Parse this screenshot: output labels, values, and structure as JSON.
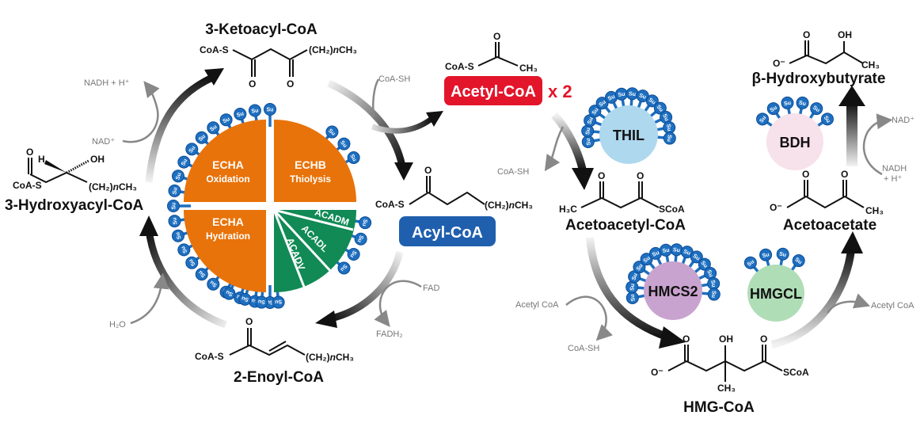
{
  "colors": {
    "orange": "#E8730A",
    "green": "#118A55",
    "blue_su": "#1E6FC0",
    "acetyl_red": "#E3152B",
    "acyl_blue": "#1F5FAE",
    "thil": "#AED8EE",
    "hmcs2": "#C9A3CF",
    "hmgcl": "#AFDDB6",
    "bdh": "#F7E1EA",
    "cofactor_gray": "#888888"
  },
  "beta_oxidation": {
    "segments": [
      {
        "enzyme": "ECHA",
        "function": "Oxidation"
      },
      {
        "enzyme": "ECHB",
        "function": "Thiolysis"
      },
      {
        "enzyme": "ECHA",
        "function": "Hydration"
      }
    ],
    "acad_segments": [
      "ACADM",
      "ACADL",
      "ACADV"
    ],
    "su_label": "Su"
  },
  "molecules": {
    "ketoacyl": {
      "name": "3-Ketoacyl-CoA",
      "left_group": "CoA-S",
      "chain": "(CH₂)",
      "n": "n",
      "end": "CH₃",
      "oxygen": "O"
    },
    "hydroxyacyl": {
      "name": "3-Hydroxyacyl-CoA",
      "left_group": "CoA-S",
      "h": "H",
      "oh": "OH",
      "chain": "(CH₂)",
      "n": "n",
      "end": "CH₃",
      "oxygen": "O"
    },
    "enoyl": {
      "name": "2-Enoyl-CoA",
      "left_group": "CoA-S",
      "chain": "(CH₂)",
      "n": "n",
      "end": "CH₃",
      "oxygen": "O"
    },
    "acyl": {
      "name": "Acyl-CoA",
      "left_group": "CoA-S",
      "chain": "(CH₂)",
      "n": "n",
      "end": "CH₃",
      "oxygen": "O"
    },
    "acetyl": {
      "name": "Acetyl-CoA",
      "multiplier": "x 2",
      "left_group": "CoA-S",
      "end": "CH₃",
      "oxygen": "O"
    },
    "acetoacetyl": {
      "name": "Acetoacetyl-CoA",
      "left_group": "H₃C",
      "right_group": "SCoA",
      "oxygen": "O"
    },
    "hmg": {
      "name": "HMG-CoA",
      "left_group": "O⁻",
      "right_group": "SCoA",
      "oh": "OH",
      "methyl": "CH₃",
      "oxygen": "O"
    },
    "acetoacetate": {
      "name": "Acetoacetate",
      "left_group": "O⁻",
      "end": "CH₃",
      "oxygen": "O"
    },
    "hydroxybutyrate": {
      "name": "β-Hydroxybutyrate",
      "left_group": "O⁻",
      "oh": "OH",
      "end": "CH₃",
      "oxygen": "O"
    }
  },
  "cofactors": {
    "nadh_h": "NADH + H⁺",
    "nad": "NAD⁺",
    "h2o": "H₂O",
    "fad": "FAD",
    "fadh2": "FADH₂",
    "coash_top": "CoA-SH",
    "coash_thil": "CoA-SH",
    "acetylcoa_hmcs2": "Acetyl CoA",
    "coash_hmcs2": "CoA-SH",
    "acetylcoa_hmgcl": "Acetyl CoA",
    "bdh_nad": "NAD⁺",
    "bdh_nadh": "NADH",
    "bdh_h": "+ H⁺"
  },
  "enzymes": {
    "thil": "THIL",
    "hmcs2": "HMCS2",
    "hmgcl": "HMGCL",
    "bdh": "BDH"
  }
}
